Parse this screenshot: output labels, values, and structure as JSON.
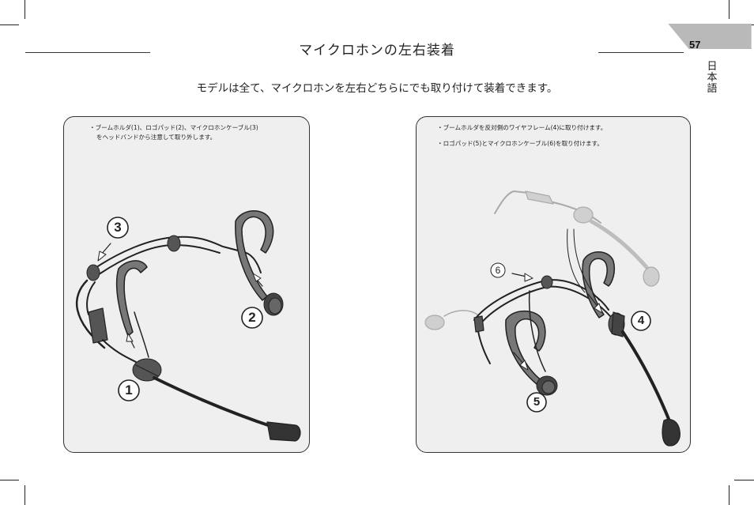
{
  "page": {
    "title": "マイクロホンの左右装着",
    "page_number": "57",
    "language_tab": "日本語",
    "subtitle": "モデルは全て、マイクロホンを左右どちらにでも取り付けて装着できます。"
  },
  "left_panel": {
    "instructions": [
      "・ブームホルダ(1)、ロゴパッド(2)、マイクロホンケーブル(3)",
      "をヘッドバンドから注意して取り外します。"
    ],
    "callouts": [
      "1",
      "2",
      "3"
    ]
  },
  "right_panel": {
    "instructions": [
      "・ブームホルダを反対側のワイヤフレーム(4)に取り付けます。",
      "・ロゴパッド(5)とマイクロホンケーブル(6)を取り付けます。"
    ],
    "callouts": [
      "4",
      "5",
      "6"
    ]
  },
  "colors": {
    "ink": "#222222",
    "panel_bg": "#efefef",
    "tab_gray": "#b9b9b9",
    "faded_part": "#bdbdbd"
  }
}
